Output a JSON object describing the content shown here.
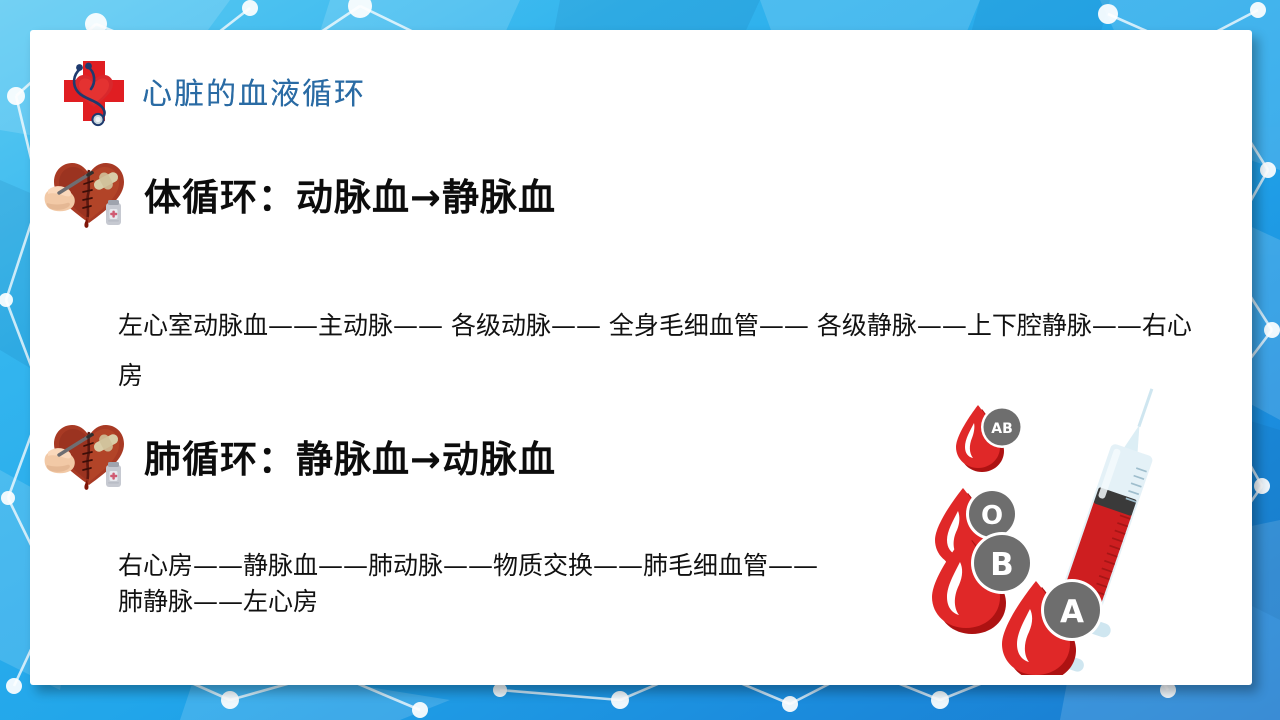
{
  "slide": {
    "title": "心脏的血液循环",
    "title_icon": "medical-cross-heart-stethoscope-icon",
    "accent_blue": "#2a6ba4",
    "background_blue": "#29ABE2",
    "blood_red": "#D32121",
    "card_background": "#FFFFFF"
  },
  "sections": [
    {
      "icon": "hand-sewing-heart-icon",
      "heading": "体循环：动脉血→静脉血",
      "body": "左心室动脉血——主动脉—— 各级动脉—— 全身毛细血管—— 各级静脉——上下腔静脉——右心房"
    },
    {
      "icon": "hand-sewing-heart-icon",
      "heading": "肺循环：静脉血→动脉血",
      "body": "右心房——静脉血——肺动脉——物质交换——肺毛细血管——肺静脉——左心房"
    }
  ],
  "blood_graphic": {
    "name": "blood-drops-and-syringe-illustration",
    "drops": [
      {
        "label": "AB",
        "size": "small"
      },
      {
        "label": "O",
        "size": "medium"
      },
      {
        "label": "B",
        "size": "large"
      },
      {
        "label": "A",
        "size": "large"
      }
    ],
    "syringe": {
      "name": "syringe-icon",
      "fill_color": "#CE1E20",
      "body_color": "#DCEEF5",
      "plunger_seal_color": "#3A3A3A"
    },
    "badge_color": "#6E6E6E",
    "drop_color": "#E02828",
    "drop_shadow_color": "#AD1212"
  }
}
